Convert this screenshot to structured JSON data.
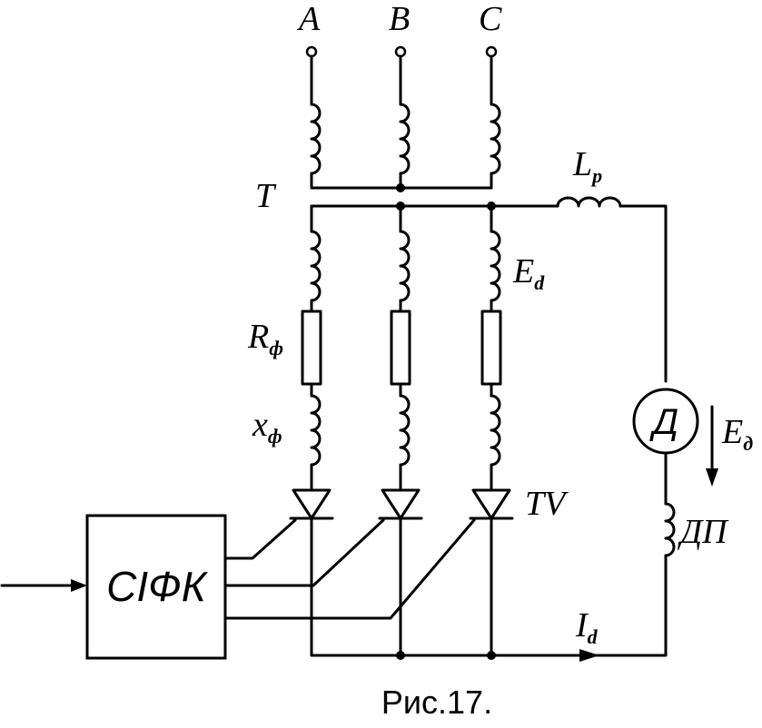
{
  "labels": {
    "phase_a": "A",
    "phase_b": "B",
    "phase_c": "C",
    "transformer": "T",
    "reactor": "L",
    "reactor_sub": "p",
    "phase_emf": "E",
    "phase_emf_sub": "d",
    "resistance": "R",
    "resistance_sub": "ф",
    "reactance": "x",
    "reactance_sub": "ф",
    "thyristor_group": "TV",
    "control_system": "СІФК",
    "motor": "Д",
    "motor_emf": "E",
    "motor_emf_sub": "д",
    "commutation_winding": "ДП",
    "load_current": "I",
    "load_current_sub": "d"
  },
  "caption": "Рис.17."
}
